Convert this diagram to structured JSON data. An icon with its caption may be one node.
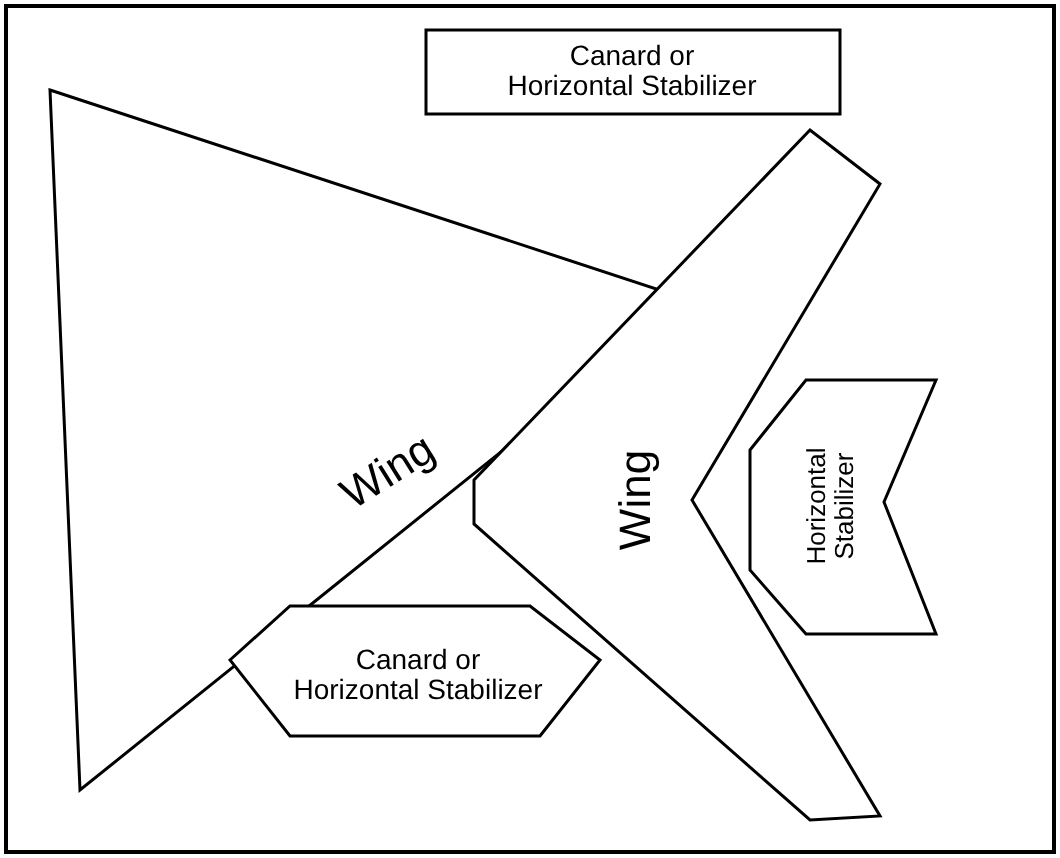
{
  "diagram": {
    "nodes": [
      {
        "text": [
          "Wing"
        ]
      },
      {
        "text": [
          "Canard or Horizontal Stabilizer"
        ]
      },
      {
        "text": [
          "Wing"
        ]
      },
      {
        "text": [
          "Horizontal Stabilizer"
        ]
      },
      {
        "text": [
          "Canard or Horizontal Stabilizer"
        ]
      }
    ]
  }
}
